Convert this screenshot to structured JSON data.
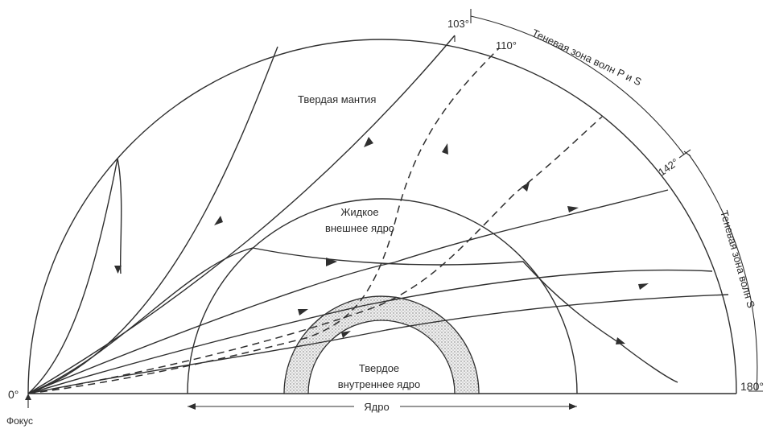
{
  "labels": {
    "deg_0": "0°",
    "deg_103": "103°",
    "deg_110": "110°",
    "deg_142": "142°",
    "deg_180": "180°",
    "focus": "Фокус",
    "solid_mantle": "Твердая мантия",
    "liquid_core_line1": "Жидкое",
    "liquid_core_line2": "внешнее ядро",
    "inner_core_line1": "Твердое",
    "inner_core_line2": "внутреннее ядро",
    "core": "Ядро",
    "shadow_ps": "Теневая зона волн P и S",
    "shadow_s": "Теневая зона волн S"
  },
  "colors": {
    "ink": "#2f2f2f",
    "inner_core_fill": "#d9d9d9",
    "background": "#ffffff"
  }
}
